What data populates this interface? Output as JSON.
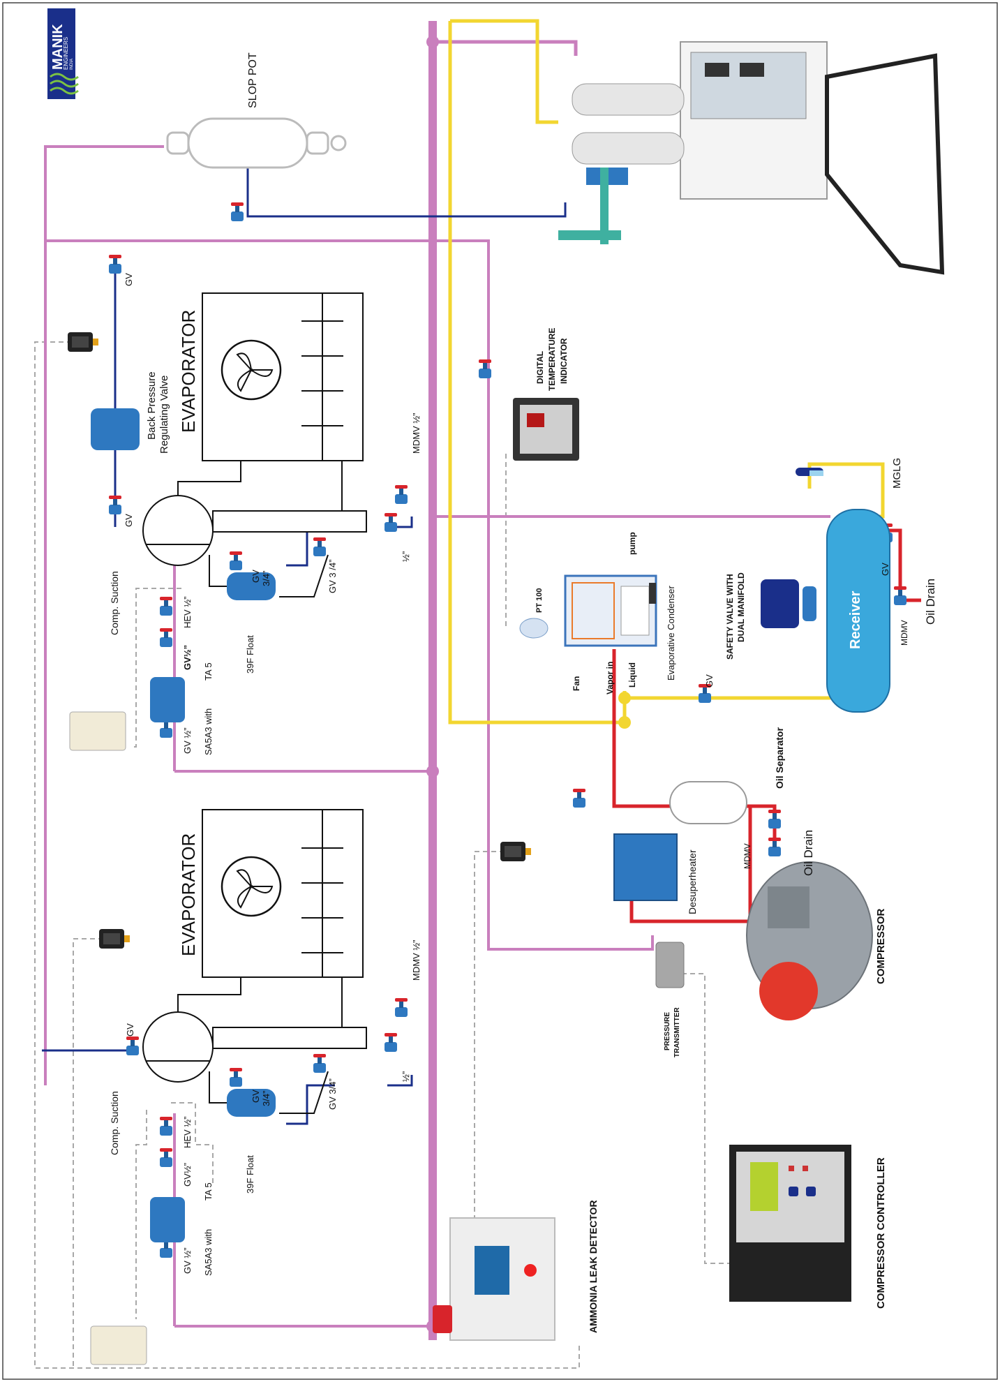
{
  "brand": {
    "name": "MANIK",
    "sub1": "ENGINEERS",
    "sub2": "INDIA"
  },
  "labels": {
    "slop_pot": "SLOP POT",
    "evaporator_top": "EVAPORATOR",
    "evaporator_bottom": "EVAPORATOR",
    "back_pressure_l1": "Back Pressure",
    "back_pressure_l2": "Regulating Valve",
    "gv_top1": "GV",
    "gv_top2": "GV",
    "gv_left_bottom": "GV",
    "gv34_top_l1": "GV",
    "gv34_top_l2": "3/4”",
    "gv34_bot_l1": "GV",
    "gv34_bot_l2": "3/4”",
    "gv3_4_top": "GV 3 /4”",
    "gv3_4_bot": "GV 3/4”",
    "mdmv_half_top": "MDMV ½”",
    "mdmv_half_bot": "MDMV ½”",
    "half_top": "½”",
    "half_bot": "½”",
    "comp_suction_top": "Comp. Suction",
    "comp_suction_bot": "Comp. Suction",
    "hev_top": "HEV ½”",
    "hev_bot": "HEV ½”",
    "gv_half_top": "GV½”",
    "gv_half_bot": "GV½”",
    "gv_half2_top": "GV ½”",
    "gv_half2_bot": "GV ½”",
    "float_top": "39F Float",
    "float_bot": "39F Float",
    "sasa_top_l1": "SA5A3 with",
    "sasa_top_l2": "TA 5",
    "sasa_bot_l1": "SA5A3 with",
    "sasa_bot_l2": "TA 5",
    "digital_temp_l1": "DIGITAL",
    "digital_temp_l2": "TEMPERATURE",
    "digital_temp_l3": "INDICATOR",
    "pt100": "PT 100",
    "pump": "pump",
    "fan": "Fan",
    "vapor_in": "Vapor in",
    "liquid": "Liquid",
    "evaporative_condenser": "Evaporative Condenser",
    "gv_receiver": "GV",
    "gv_liquid": "GV",
    "mglg": "MGLG",
    "safety_valve_l1": "SAFETY VALVE WITH",
    "safety_valve_l2": "DUAL MANIFOLD",
    "receiver": "Receiver",
    "mdmv_receiver": "MDMV",
    "oil_drain_receiver": "Oil Drain",
    "oil_separator": "Oil Separator",
    "desuperheater": "Desuperheater",
    "mdmv_oil": "MDMV",
    "oil_drain_comp": "Oil Drain",
    "compressor": "COMPRESSOR",
    "pressure_transmitter_l1": "PRESSURE",
    "pressure_transmitter_l2": "TRANSMITTER",
    "compressor_controller": "COMPRESSOR CONTROLLER",
    "ammonia_leak": "AMMONIA LEAK DETECTOR"
  },
  "colors": {
    "suction_line": "#c97fbd",
    "liquid_line": "#f2d630",
    "discharge_line": "#d8242b",
    "oil_line": "#1a2f8a",
    "signal_line": "#a8a8a8",
    "valve_blue": "#2e78c0",
    "receiver_blue": "#3aa8dc"
  }
}
